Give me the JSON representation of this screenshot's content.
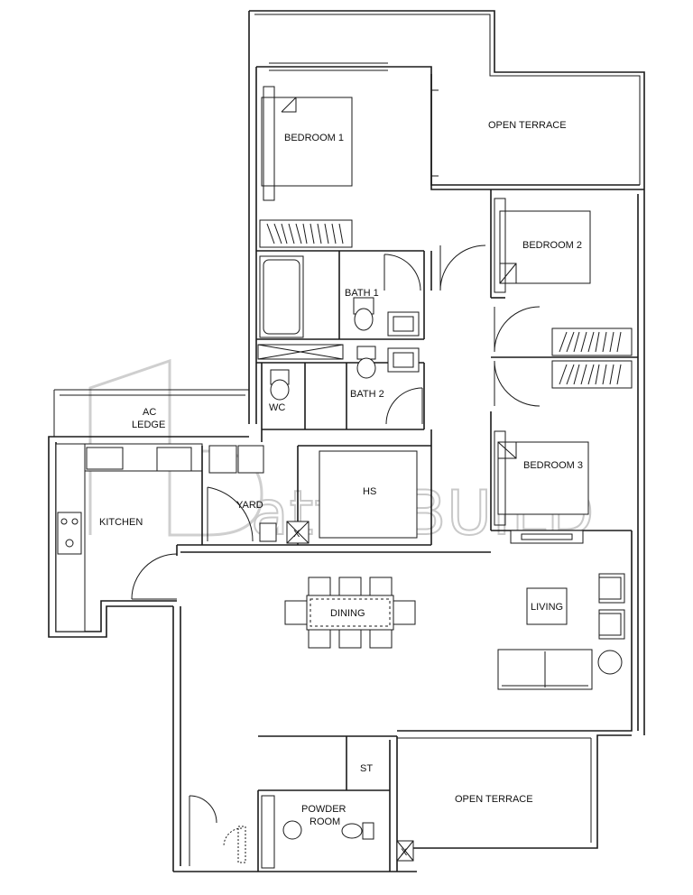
{
  "rooms": {
    "bedroom1": "BEDROOM 1",
    "bedroom2": "BEDROOM 2",
    "bedroom3": "BEDROOM 3",
    "bath1": "BATH 1",
    "bath2": "BATH 2",
    "wc": "WC",
    "ac_ledge_line1": "AC",
    "ac_ledge_line2": "LEDGE",
    "kitchen": "KITCHEN",
    "yard": "YARD",
    "hs": "HS",
    "dining": "DINING",
    "living": "LIVING",
    "st": "ST",
    "powder_line1": "POWDER",
    "powder_line2": "ROOM",
    "open_terrace_top": "OPEN TERRACE",
    "open_terrace_bottom": "OPEN TERRACE"
  },
  "fixture_marks": {
    "x_mark_yard": "X",
    "x_mark_entry": "X"
  },
  "watermark": {
    "text": "attri.BUILD"
  }
}
